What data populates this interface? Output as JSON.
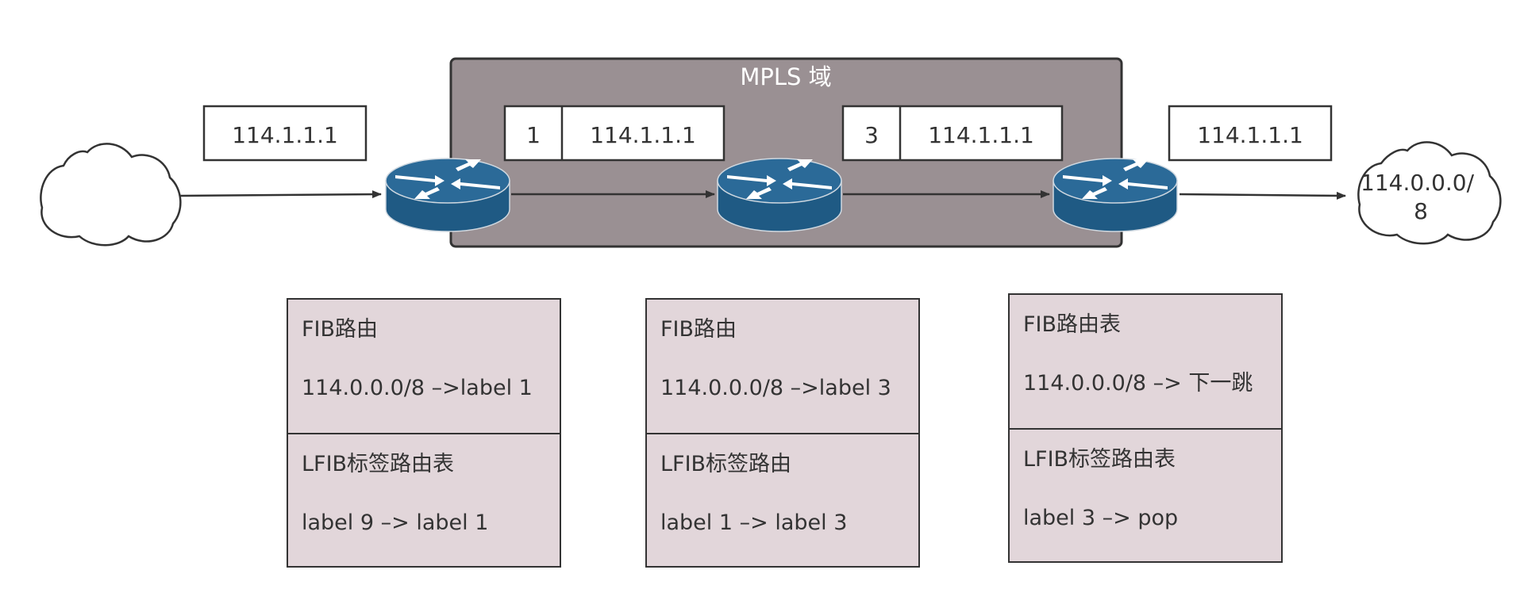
{
  "mpls_domain": {
    "label": "MPLS 域",
    "fill": "#9a9093"
  },
  "clouds": {
    "left": {
      "label": ""
    },
    "right": {
      "label_line1": "114.0.0.0/",
      "label_line2": "8"
    }
  },
  "packets": [
    {
      "label": null,
      "ip": "114.1.1.1"
    },
    {
      "label": "1",
      "ip": "114.1.1.1"
    },
    {
      "label": "3",
      "ip": "114.1.1.1"
    },
    {
      "label": null,
      "ip": "114.1.1.1"
    }
  ],
  "router_color": "#2b6a98",
  "tables": [
    {
      "fib_title": "FIB路由",
      "fib_entry": "114.0.0.0/8 –>label 1",
      "lfib_title": "LFIB标签路由表",
      "lfib_entry": "label 9 –> label 1"
    },
    {
      "fib_title": "FIB路由",
      "fib_entry": "114.0.0.0/8 –>label 3",
      "lfib_title": "LFIB标签路由",
      "lfib_entry": "label 1 –> label 3"
    },
    {
      "fib_title": "FIB路由表",
      "fib_entry": "114.0.0.0/8 –> 下一跳",
      "lfib_title": "LFIB标签路由表",
      "lfib_entry": "label 3 –> pop"
    }
  ],
  "table_fill": "#e2d6da"
}
